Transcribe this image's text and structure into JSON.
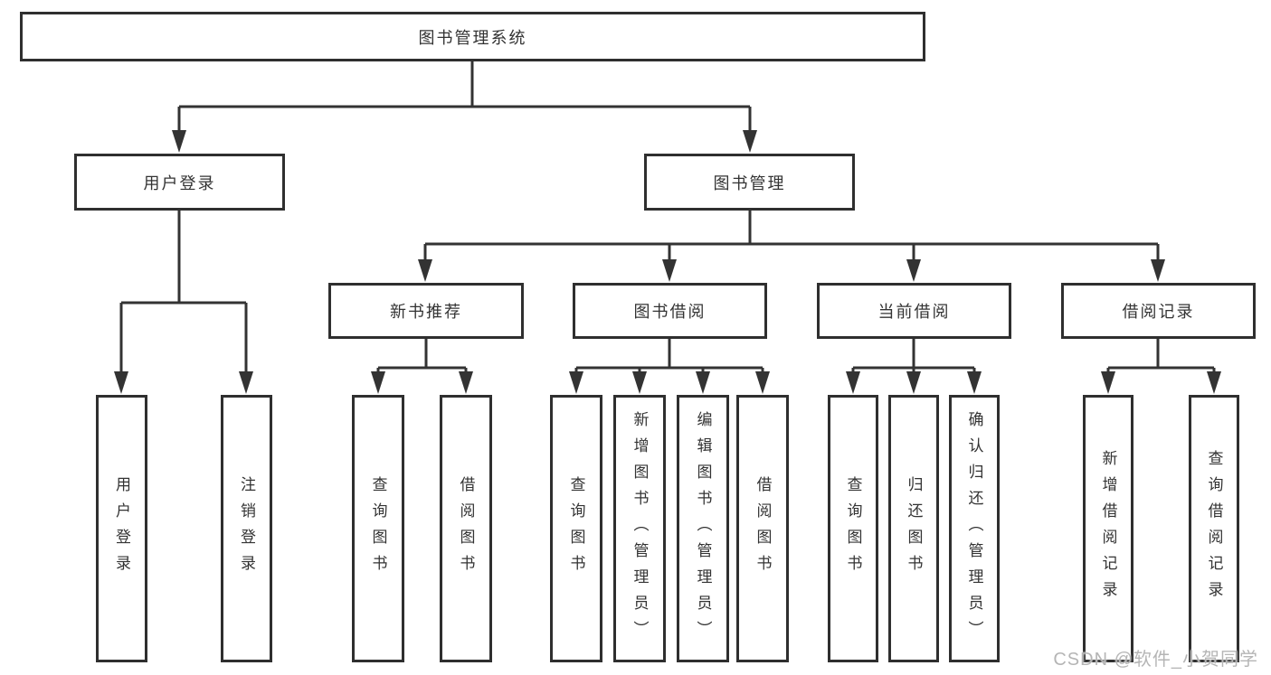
{
  "tree": {
    "root": "图书管理系统",
    "groups": [
      {
        "label": "用户登录",
        "children": [
          "用户登录",
          "注销登录"
        ]
      },
      {
        "label": "图书管理",
        "sections": [
          {
            "label": "新书推荐",
            "children": [
              "查询图书",
              "借阅图书"
            ]
          },
          {
            "label": "图书借阅",
            "children": [
              "查询图书",
              "新增图书（管理员）",
              "编辑图书（管理员）",
              "借阅图书"
            ]
          },
          {
            "label": "当前借阅",
            "children": [
              "查询图书",
              "归还图书",
              "确认归还（管理员）"
            ]
          },
          {
            "label": "借阅记录",
            "children": [
              "新增借阅记录",
              "查询借阅记录"
            ]
          }
        ]
      }
    ]
  },
  "watermark": "CSDN @软件_小贺同学",
  "colors": {
    "line": "#333333",
    "box_border": "#2f2f2f",
    "text": "#333333",
    "watermark": "#b5b5b5"
  }
}
